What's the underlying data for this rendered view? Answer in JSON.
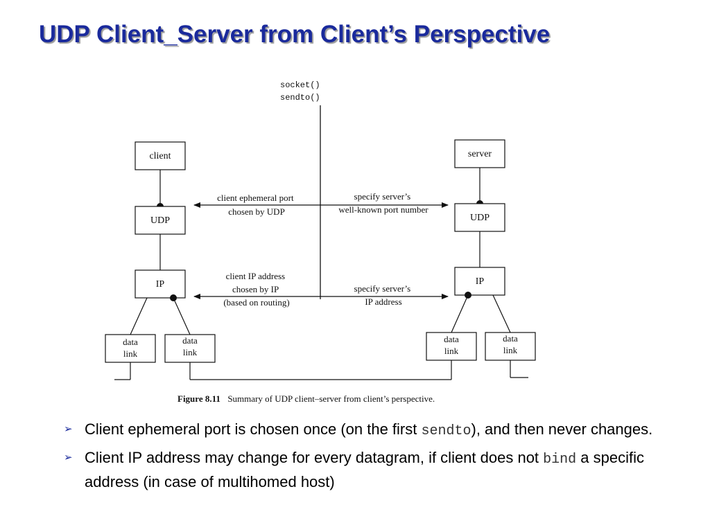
{
  "slide": {
    "title": "UDP Client_Server from Client’s Perspective"
  },
  "diagram": {
    "top_calls": [
      "socket()",
      "sendto()"
    ],
    "client_stack": {
      "app": "client",
      "transport": "UDP",
      "network": "IP",
      "links": [
        "data link",
        "data link"
      ]
    },
    "server_stack": {
      "app": "server",
      "transport": "UDP",
      "network": "IP",
      "links": [
        "data link",
        "data link"
      ]
    },
    "port_left": [
      "client ephemeral port",
      "chosen by UDP"
    ],
    "port_right": [
      "specify server’s",
      "well-known port number"
    ],
    "ip_left": [
      "client IP address",
      "chosen by IP",
      "(based on routing)"
    ],
    "ip_right": [
      "specify server’s",
      "IP address"
    ],
    "caption_label": "Figure 8.11",
    "caption_text": "Summary of UDP client–server from client’s perspective."
  },
  "bullets": [
    {
      "before": "Client ephemeral port is chosen once (on the first ",
      "code": "sendto",
      "after": "), and then never changes."
    },
    {
      "before": "Client IP address may change for every datagram, if client does not ",
      "code": "bind",
      "after": " a specific address (in case of multihomed host)"
    }
  ],
  "colors": {
    "title": "#1a2a9c",
    "bullet": "#1a2a9c"
  },
  "icons": {
    "bullet": "arrowhead-bullet-icon"
  }
}
